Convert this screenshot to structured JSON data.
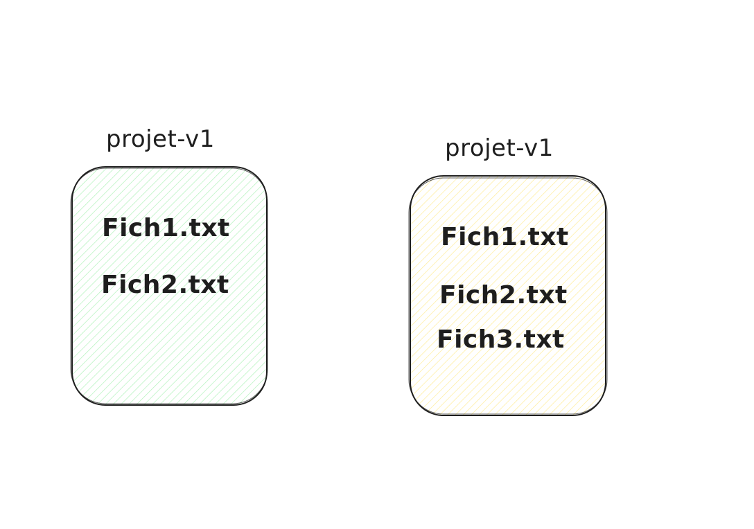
{
  "diagram": {
    "folders": [
      {
        "title": "projet-v1",
        "fill": "#b2f2bb",
        "stroke": "#1e1e1e",
        "files": [
          "Fich1.txt",
          "Fich2.txt"
        ]
      },
      {
        "title": "projet-v1",
        "fill": "#ffec99",
        "stroke": "#1e1e1e",
        "files": [
          "Fich1.txt",
          "Fich2.txt",
          "Fich3.txt"
        ]
      }
    ]
  }
}
